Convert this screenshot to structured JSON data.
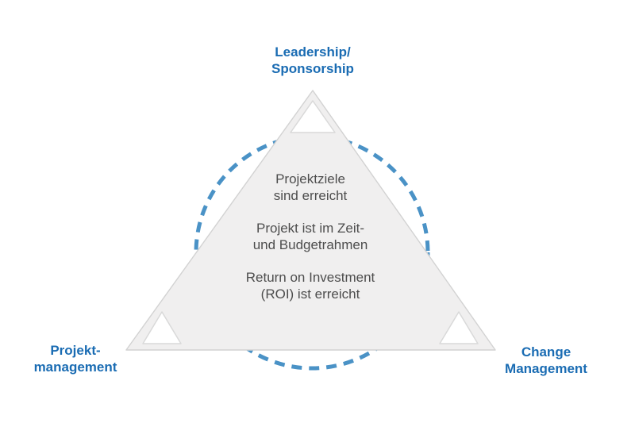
{
  "labels": {
    "top": {
      "line1": "Leadership/",
      "line2": "Sponsorship"
    },
    "bottom_left": {
      "line1": "Projekt-",
      "line2": "management"
    },
    "bottom_right": {
      "line1": "Change",
      "line2": "Management"
    }
  },
  "triangle_statements": [
    {
      "line1": "Projektziele",
      "line2": "sind erreicht"
    },
    {
      "line1": "Projekt ist im Zeit-",
      "line2": "und Budgetrahmen"
    },
    {
      "line1": "Return on Investment",
      "line2": "(ROI) ist erreicht"
    }
  ],
  "colors": {
    "label_blue": "#1a6cb3",
    "dash_blue": "#4a92c6",
    "triangle_fill": "#f0efef",
    "triangle_border": "#d2d2d2",
    "cutout_fill": "#ffffff",
    "cutout_border": "#d9d9d9",
    "body_text": "#4d4d4d",
    "background": "#ffffff"
  }
}
